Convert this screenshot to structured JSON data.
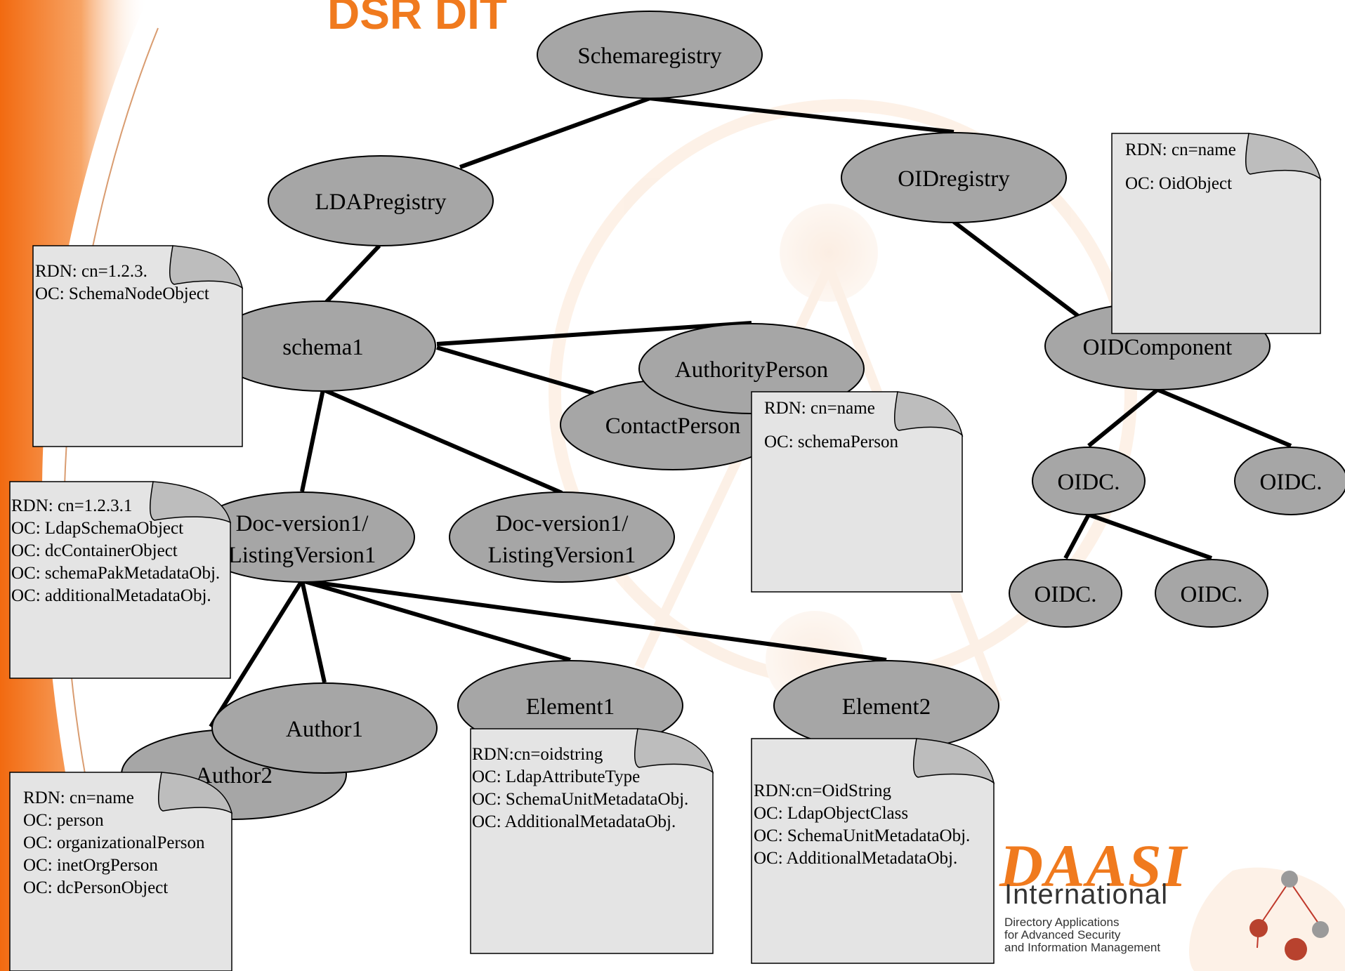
{
  "title": "DSR DIT",
  "nodes": {
    "schemaregistry": "Schemaregistry",
    "ldapregistry": "LDAPregistry",
    "oidregistry": "OIDregistry",
    "schema1": "schema1",
    "authority_person": "AuthorityPerson",
    "contact_person": "ContactPerson",
    "oid_component": "OIDComponent",
    "oidc_1": "OIDC.",
    "oidc_2": "OIDC.",
    "oidc_3": "OIDC.",
    "oidc_4": "OIDC.",
    "doc_version_a_line1": "Doc-version1/",
    "doc_version_a_line2": "ListingVersion1",
    "doc_version_b_line1": "Doc-version1/",
    "doc_version_b_line2": "ListingVersion1",
    "author1": "Author1",
    "author2": "Author2",
    "element1": "Element1",
    "element2": "Element2"
  },
  "notes": {
    "oidregistry_note": [
      "RDN: cn=name",
      "OC: OidObject"
    ],
    "schema1_note": [
      "RDN: cn=1.2.3.",
      "OC: SchemaNodeObject"
    ],
    "person_note": [
      "RDN: cn=name",
      "OC: schemaPerson"
    ],
    "docversion_note": [
      "RDN: cn=1.2.3.1",
      "OC: LdapSchemaObject",
      "OC: dcContainerObject",
      "OC: schemaPakMetadataObj.",
      "OC: additionalMetadataObj."
    ],
    "author_note": [
      "RDN: cn=name",
      "OC: person",
      "OC: organizationalPerson",
      "OC: inetOrgPerson",
      "OC: dcPersonObject"
    ],
    "element1_note": [
      "RDN:cn=oidstring",
      "OC: LdapAttributeType",
      "OC: SchemaUnitMetadataObj.",
      "OC: AdditionalMetadataObj."
    ],
    "element2_note": [
      "RDN:cn=OidString",
      "OC: LdapObjectClass",
      "OC: SchemaUnitMetadataObj.",
      "OC: AdditionalMetadataObj."
    ]
  },
  "logo": {
    "name": "DAASI",
    "subtitle": "International",
    "tagline": [
      "Directory Applications",
      "for Advanced Security",
      "and Information Management"
    ]
  },
  "colors": {
    "node_fill": "#a6a6a6",
    "note_fill": "#e4e4e4",
    "brand_orange": "#f07a1e"
  }
}
